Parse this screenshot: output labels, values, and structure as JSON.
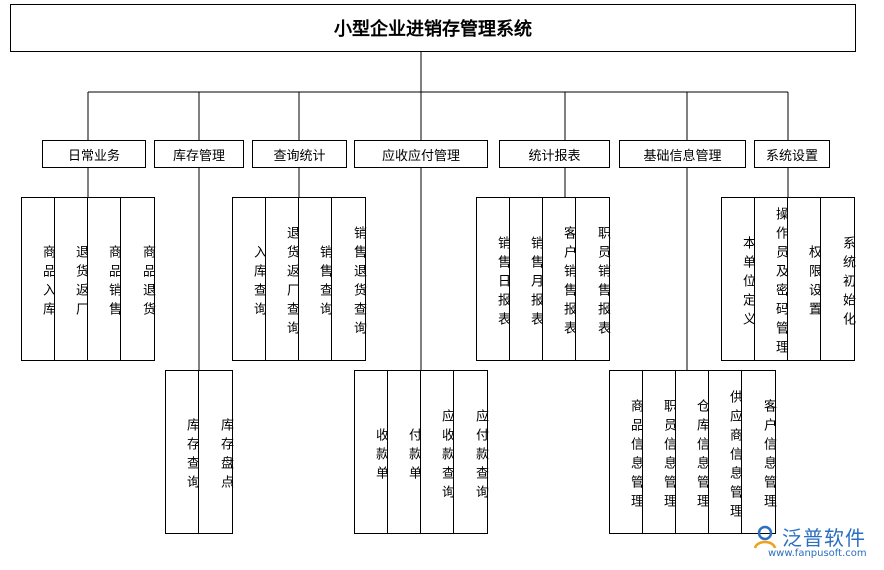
{
  "title": "小型企业进销存管理系统",
  "categories": [
    {
      "id": "c0",
      "label": "日常业务",
      "children": [
        "商品入库",
        "退货返厂",
        "商品销售",
        "商品退货"
      ]
    },
    {
      "id": "c1",
      "label": "库存管理",
      "children": [
        "库存查询",
        "库存盘点"
      ]
    },
    {
      "id": "c2",
      "label": "查询统计",
      "children": [
        "入库查询",
        "退货返厂查询",
        "销售查询",
        "销售退货查询"
      ]
    },
    {
      "id": "c3",
      "label": "应收应付管理",
      "children": [
        "收款单",
        "付款单",
        "应收款查询",
        "应付款查询"
      ]
    },
    {
      "id": "c4",
      "label": "统计报表",
      "children": [
        "销售日报表",
        "销售月报表",
        "客户销售报表",
        "职员销售报表"
      ]
    },
    {
      "id": "c5",
      "label": "基础信息管理",
      "children": [
        "商品信息管理",
        "职员信息管理",
        "仓库信息管理",
        "供应商信息管理",
        "客户信息管理"
      ]
    },
    {
      "id": "c6",
      "label": "系统设置",
      "children": [
        "本单位定义",
        "操作员及密码管理",
        "权限设置",
        "系统初始化"
      ]
    }
  ],
  "watermark": {
    "name": "泛普软件",
    "url": "www.fanpusoft.com",
    "color": "#2a6fc0"
  }
}
